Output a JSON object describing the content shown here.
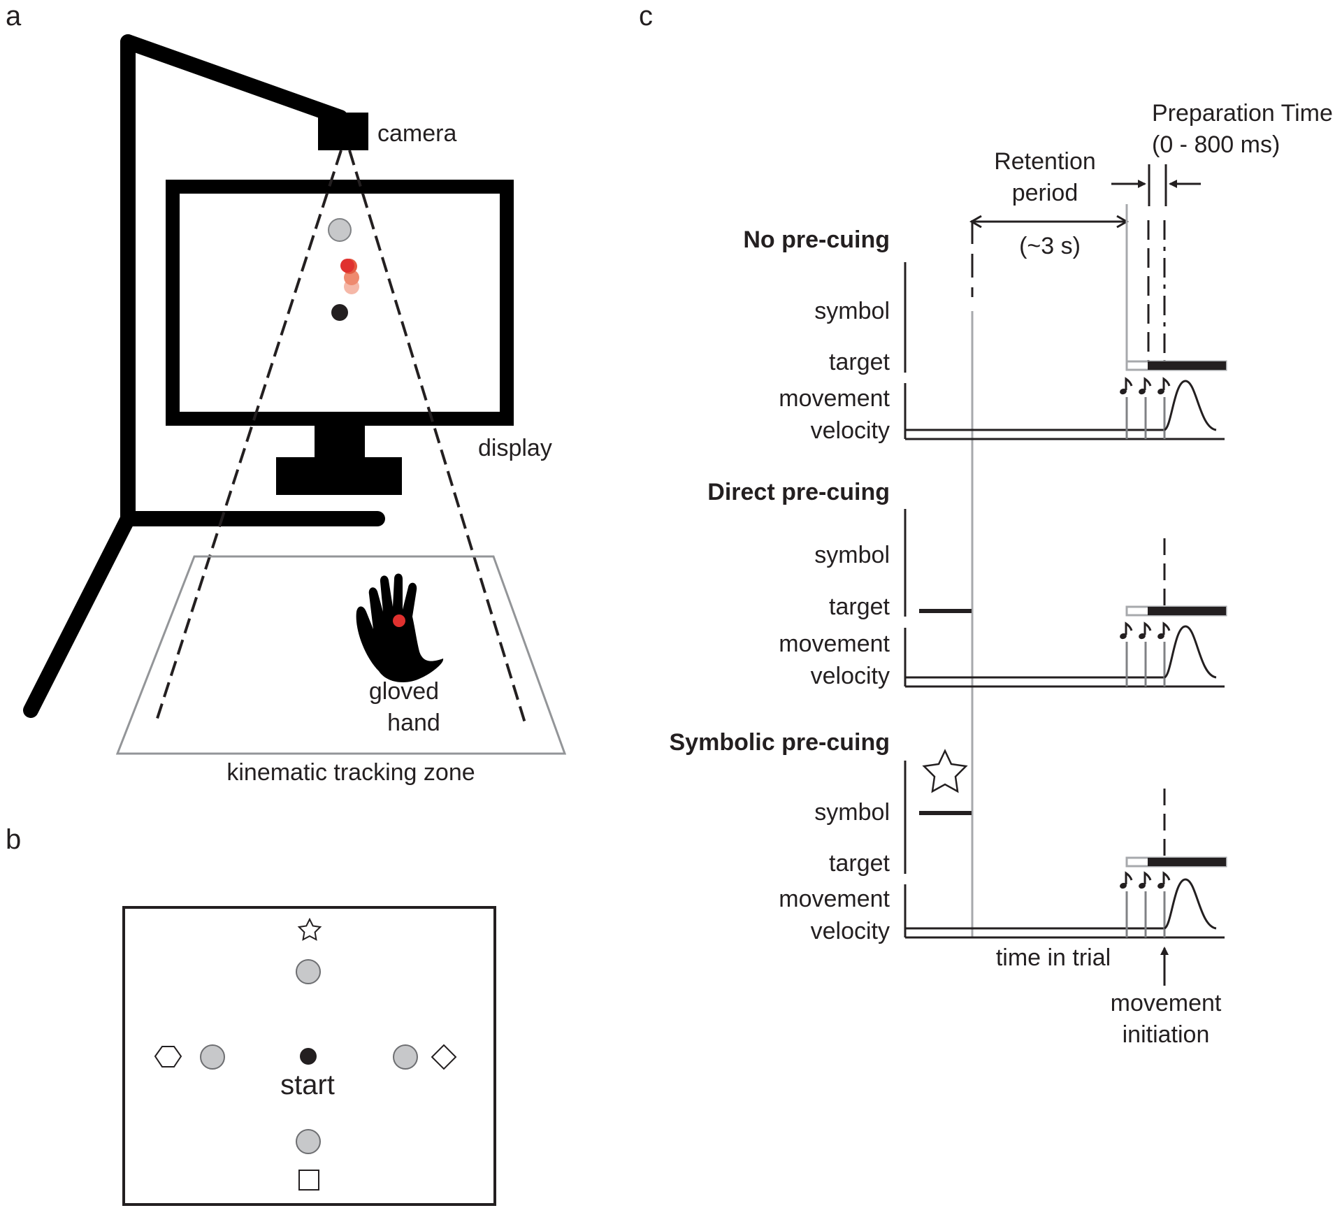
{
  "panels": {
    "a": {
      "label": "a",
      "camera_label": "camera",
      "display_label": "display",
      "hand_label_line1": "gloved",
      "hand_label_line2": "hand",
      "zone_label": "kinematic tracking zone"
    },
    "b": {
      "label": "b",
      "start_label": "start",
      "target_symbols": [
        "star",
        "hexagon",
        "diamond",
        "square"
      ]
    },
    "c": {
      "label": "c",
      "prep_time_line1": "Preparation Time",
      "prep_time_line2": "(0 - 800 ms)",
      "retention_line1": "Retention",
      "retention_line2": "period",
      "retention_duration": "(~3 s)",
      "conditions": [
        {
          "title": "No pre-cuing",
          "row_symbol": "symbol",
          "row_target": "target",
          "row_movement": "movement",
          "row_velocity": "velocity"
        },
        {
          "title": "Direct pre-cuing",
          "row_symbol": "symbol",
          "row_target": "target",
          "row_movement": "movement",
          "row_velocity": "velocity"
        },
        {
          "title": "Symbolic pre-cuing",
          "row_symbol": "symbol",
          "row_target": "target",
          "row_movement": "movement",
          "row_velocity": "velocity"
        }
      ],
      "x_axis_label": "time in trial",
      "movement_init_line1": "movement",
      "movement_init_line2": "initiation",
      "audio_cue_icon": "music-note-icon"
    }
  },
  "colors": {
    "ink": "#231f20",
    "gray": "#a7a9ac",
    "dot_gray": "#c7c8ca",
    "red": "#e0312f",
    "red_light": "#f5b8a8"
  }
}
